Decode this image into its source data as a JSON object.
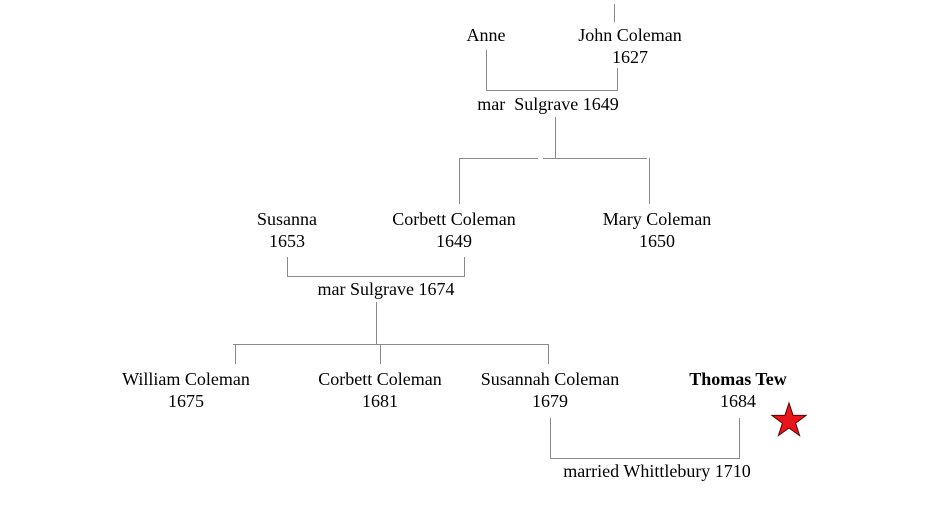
{
  "colors": {
    "text": "#000000",
    "connector": "#8a8a8a",
    "star_fill": "#e8151b",
    "star_stroke": "#5a0000"
  },
  "generation1": {
    "anne": {
      "name": "Anne"
    },
    "john": {
      "name": "John Coleman",
      "year": "1627"
    },
    "marriage": "mar  Sulgrave 1649"
  },
  "generation2": {
    "susanna": {
      "name": "Susanna",
      "year": "1653"
    },
    "corbett": {
      "name": "Corbett Coleman",
      "year": "1649"
    },
    "mary": {
      "name": "Mary Coleman",
      "year": "1650"
    },
    "marriage": "mar Sulgrave 1674"
  },
  "generation3": {
    "william": {
      "name": "William Coleman",
      "year": "1675"
    },
    "corbett": {
      "name": "Corbett Coleman",
      "year": "1681"
    },
    "susannah": {
      "name": "Susannah Coleman",
      "year": "1679"
    },
    "thomas": {
      "name": "Thomas Tew",
      "year": "1684"
    },
    "marriage": "married Whittlebury 1710"
  },
  "highlight_icon": "star-icon"
}
